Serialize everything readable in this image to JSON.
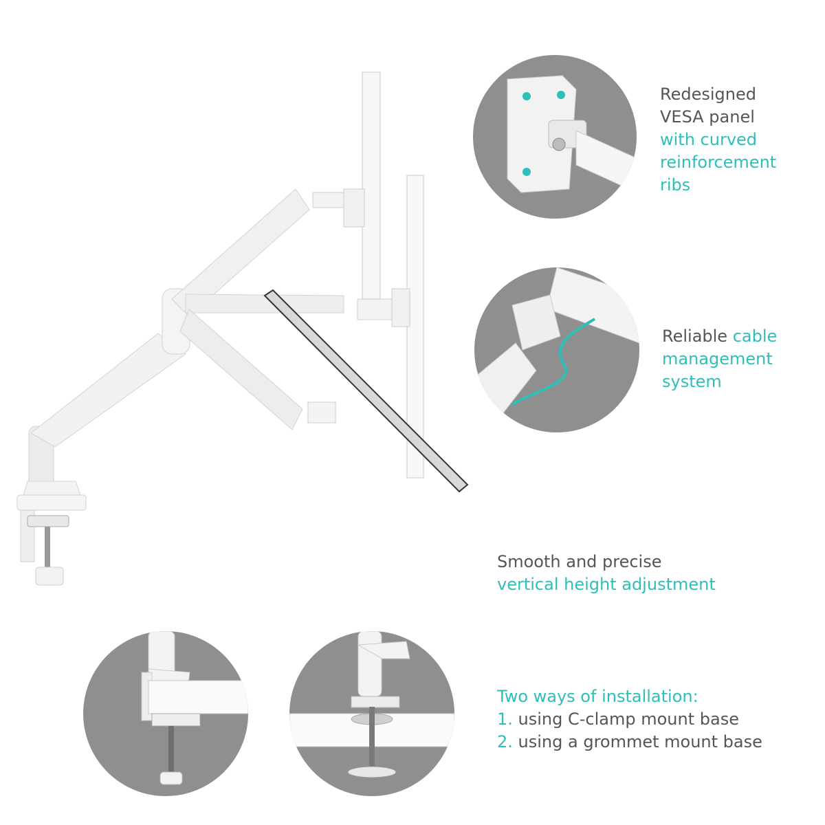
{
  "features": {
    "vesa": {
      "line1": "Redesigned",
      "line2": "VESA panel",
      "line3": "with curved",
      "line4": "reinforcement",
      "line5": "ribs"
    },
    "cable": {
      "line1_dark": "Reliable",
      "line1_accent": "cable",
      "line2": "management",
      "line3": "system"
    },
    "height": {
      "line1": "Smooth and precise",
      "line2": "vertical height adjustment"
    },
    "installation": {
      "heading": "Two ways of installation:",
      "item1_num": "1.",
      "item1_text": "using C-clamp mount base",
      "item2_num": "2.",
      "item2_text": "using a grommet mount base"
    }
  },
  "colors": {
    "accent": "#2dbfb8",
    "text": "#555555",
    "circle": "#8f8f8f"
  }
}
